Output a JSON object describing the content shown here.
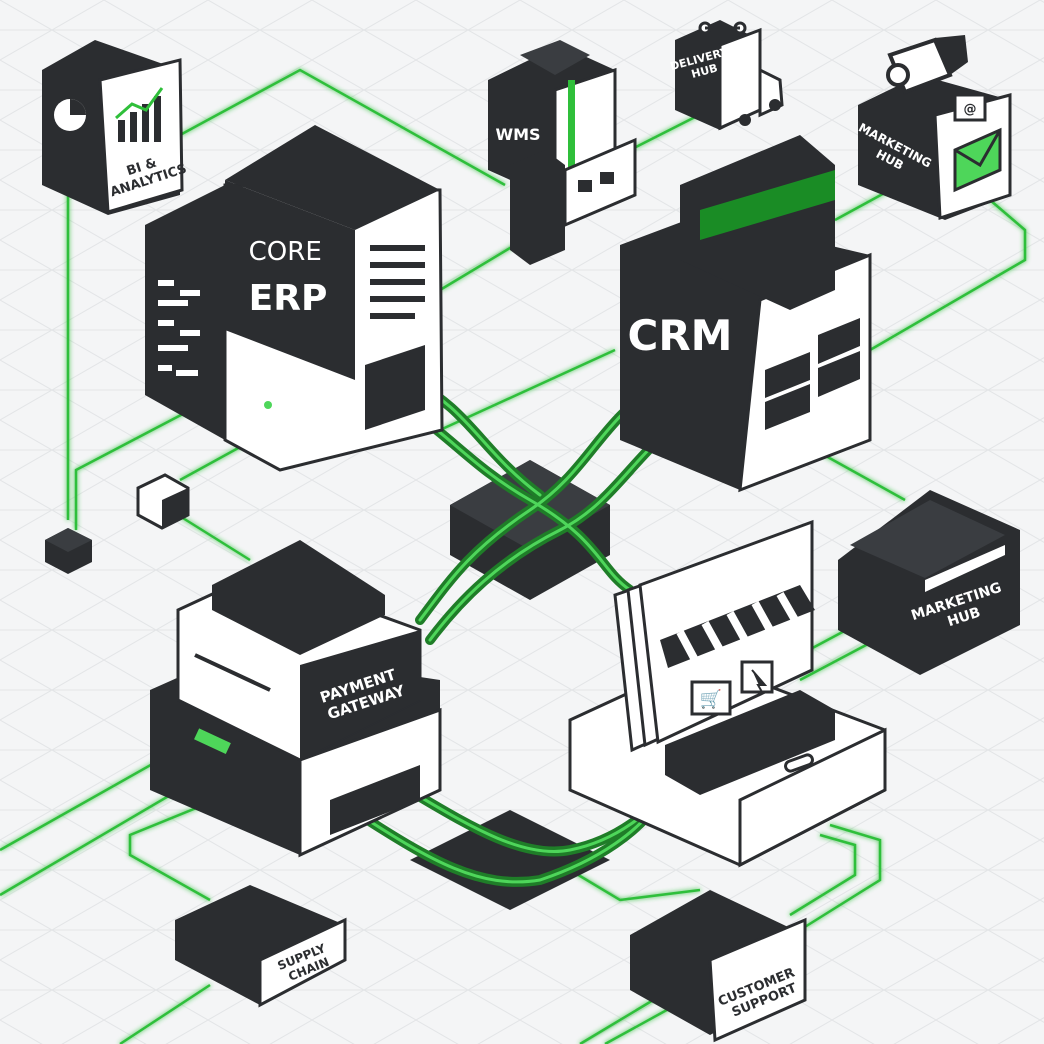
{
  "diagram": {
    "nodes": {
      "bi_analytics": {
        "lines": [
          "BI &",
          "ANALYTICS"
        ]
      },
      "wms": {
        "label": "WMS"
      },
      "delivery_hub": {
        "lines": [
          "DELIVERY",
          "HUB"
        ]
      },
      "marketing_hub_top": {
        "lines": [
          "MARKETING",
          "HUB"
        ],
        "icon": "@"
      },
      "core_erp": {
        "lines": [
          "CORE",
          "ERP"
        ]
      },
      "crm": {
        "label": "CRM"
      },
      "payment_gateway": {
        "lines": [
          "PAYMENT",
          "GATEWAY"
        ]
      },
      "marketing_hub_right": {
        "lines": [
          "MARKETING",
          "HUB"
        ]
      },
      "storefront": {
        "icons": [
          "cart-icon",
          "cursor-icon",
          "awning-icon"
        ]
      },
      "supply_chain": {
        "lines": [
          "SUPPLY",
          "CHAIN"
        ]
      },
      "customer_support": {
        "lines": [
          "CUSTOMER",
          "SUPPORT"
        ]
      }
    },
    "colors": {
      "accent": "#2fbf3a",
      "accent_dark": "#1a8c25",
      "node_dark": "#2b2d30",
      "node_light": "#ffffff",
      "background": "#f4f5f6",
      "grid": "#e2e4e6"
    }
  }
}
